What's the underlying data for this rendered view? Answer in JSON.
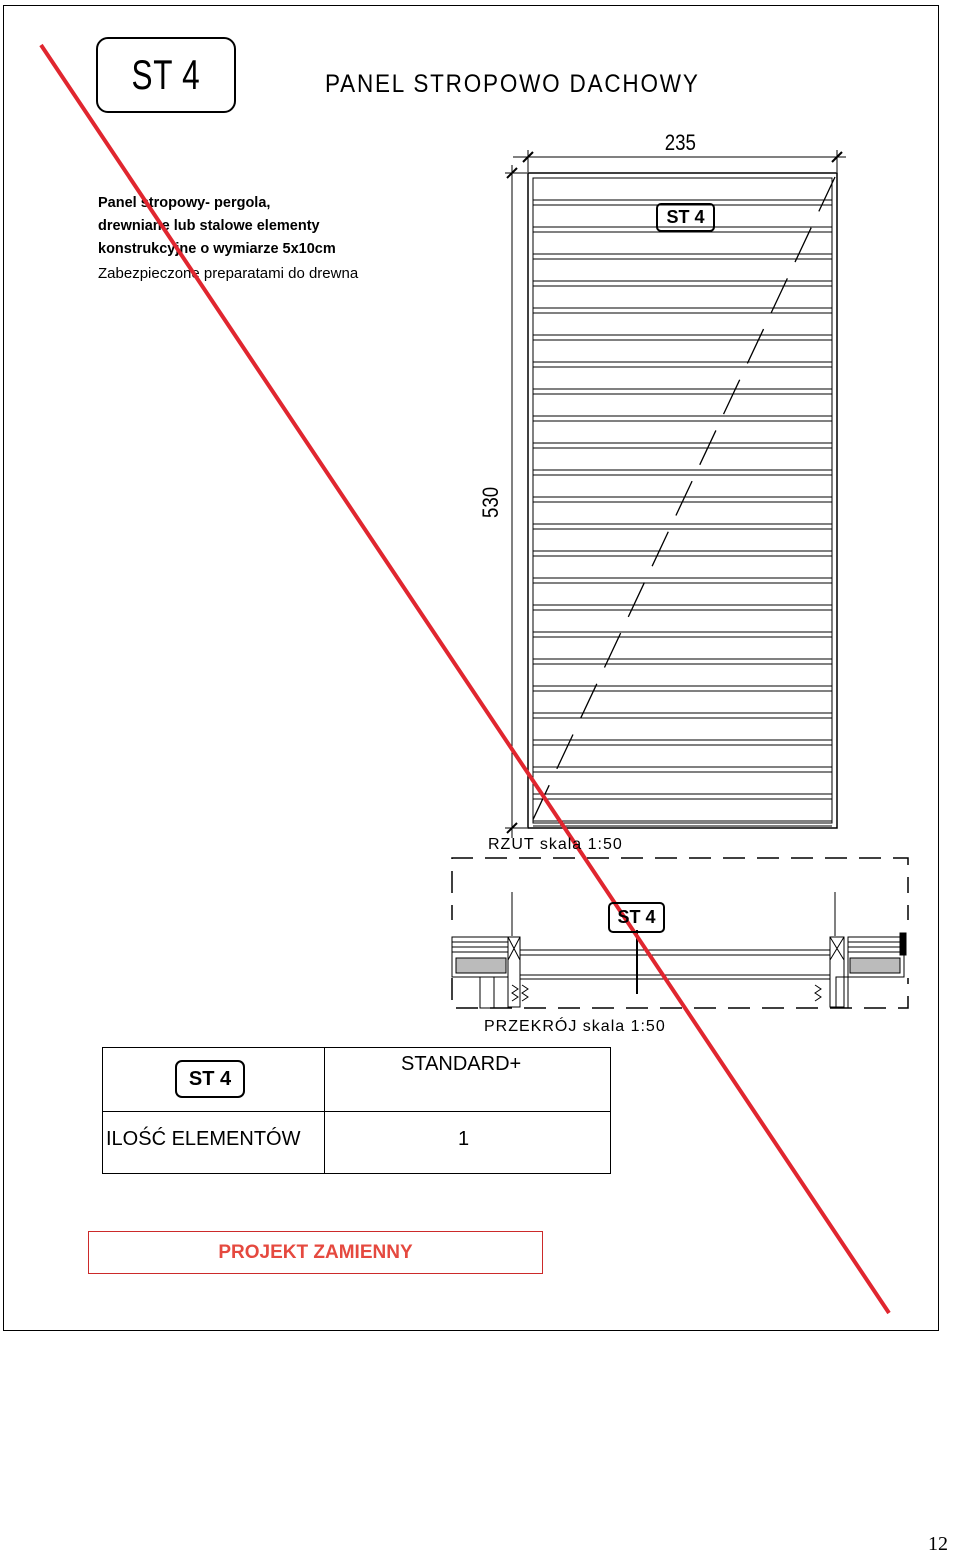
{
  "sheet": {
    "code": "ST 4",
    "title": "PANEL  STROPOWO  DACHOWY",
    "description": [
      "Panel stropowy- pergola,",
      "drewniane lub stalowe elementy",
      "konstrukcyjne o wymiarze 5x10cm",
      "Zabezpieczone preparatami do drewna"
    ]
  },
  "plan": {
    "width_dim": "235",
    "height_dim": "530",
    "tag": "ST 4",
    "caption": "RZUT  skala  1:50"
  },
  "section": {
    "tag": "ST 4",
    "caption": "PRZEKRÓJ  skala  1:50"
  },
  "table": {
    "code": "ST 4",
    "variant": "STANDARD+",
    "count_label": "ILOŚĆ ELEMENTÓW",
    "count_value": "1"
  },
  "stamp": "PROJEKT ZAMIENNY",
  "page_number": "12",
  "colors": {
    "strike": "#e0262f",
    "stamp": "#e5493f"
  }
}
